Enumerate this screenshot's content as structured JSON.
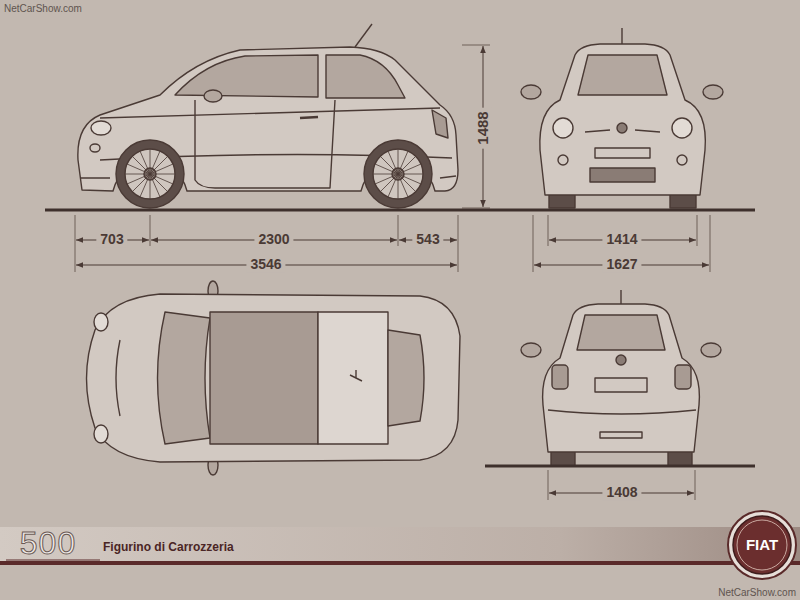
{
  "diagram": {
    "labels": [
      "NetCarShow.com",
      "1488",
      "703",
      "2300",
      "543",
      "1414",
      "3546",
      "1627",
      "1408",
      "500",
      "Figurino di Carrozzeria",
      "FIAT",
      "NetCarShow.com"
    ]
  }
}
